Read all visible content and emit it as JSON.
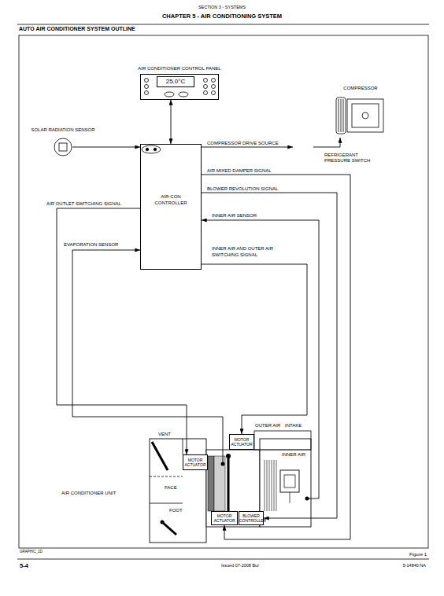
{
  "diagram": {
    "title": "AUTO AIR CONDITIONER SYSTEM OUTLINE",
    "caption": "Figure 1",
    "nodes": [
      {
        "text": [
          "AIR CONDITIONER CONTROL PANEL",
          "25.0°C"
        ]
      },
      {
        "text": [
          "COMPRESSOR"
        ]
      },
      {
        "text": [
          "SOLAR RADIATION SENSOR"
        ]
      },
      {
        "text": [
          "AIR-CON CONTROLLER"
        ]
      },
      {
        "text": [
          "REFRIGERANT PRESSURE SWITCH"
        ]
      },
      {
        "text": [
          "AIR CONDITIONER UNIT"
        ]
      },
      {
        "text": [
          "MOTOR ACTUATOR"
        ],
        "in": 5
      },
      {
        "text": [
          "MOTOR ACTUATOR"
        ],
        "in": 5
      },
      {
        "text": [
          "MOTOR ACTUATOR"
        ],
        "in": 5
      },
      {
        "text": [
          "BLOWER CONTROLLER"
        ],
        "in": 5
      }
    ],
    "edges": [
      {
        "from": 0,
        "to": 3,
        "arrow": "both"
      },
      {
        "from": 2,
        "to": 3,
        "arrow": "to"
      },
      {
        "from": 3,
        "to": 4,
        "label": "COMPRESSOR DRIVE SOURCE",
        "arrow": "to"
      },
      {
        "from": 4,
        "to": 1,
        "arrow": "to"
      },
      {
        "from": 3,
        "to": 8,
        "label": "AIR MIXED DAMPER SIGNAL",
        "arrow": "to"
      },
      {
        "from": 3,
        "to": 9,
        "label": "BLOWER REVOLUTION SIGNAL",
        "arrow": "to"
      },
      {
        "from": 5,
        "to": 3,
        "label": "INNER AIR SENSOR",
        "arrow": "to"
      },
      {
        "from": 3,
        "to": 7,
        "label": "INNER AIR AND OUTER AIR SWITCHING SIGNAL",
        "arrow": "to"
      },
      {
        "from": 3,
        "to": 6,
        "label": "AIR OUTLET SWITCHING SIGNAL",
        "arrow": "to"
      },
      {
        "from": 5,
        "to": 3,
        "label": "EVAPORATION SENSOR",
        "arrow": "to"
      }
    ],
    "labels": [
      "SECTION 3 - SYSTEMS",
      "CHAPTER 5 - AIR CONDITIONING SYSTEM",
      "VENT",
      "FACE",
      "FOOT",
      "OUTER AIR",
      "INTAKE",
      "INNER AIR",
      "GRAPHIC_1D",
      "5-4",
      "Issued 07-2008 Bur",
      "5-14840 NA"
    ]
  }
}
